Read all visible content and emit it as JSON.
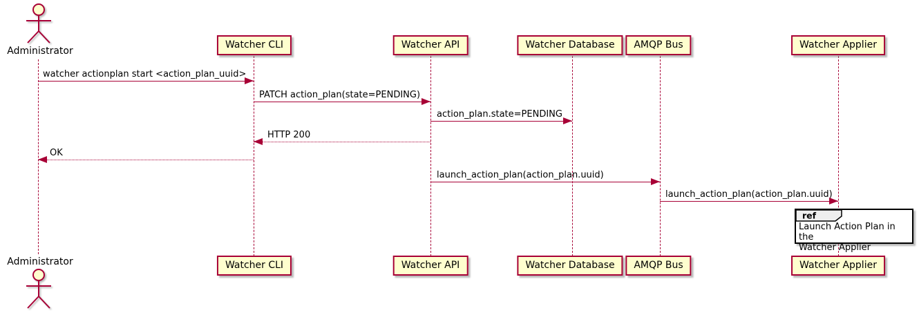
{
  "diagram": {
    "type": "plantuml-sequence",
    "colors": {
      "stroke": "#A80036",
      "participant_fill": "#FEFECE",
      "text": "#000000",
      "ref_border": "#000000",
      "ref_header_fill": "#EEEEEE"
    },
    "actor": {
      "label": "Administrator"
    },
    "participants": [
      {
        "label": "Watcher CLI"
      },
      {
        "label": "Watcher API"
      },
      {
        "label": "Watcher Database"
      },
      {
        "label": "AMQP Bus"
      },
      {
        "label": "Watcher Applier"
      }
    ],
    "messages": [
      {
        "from": "Administrator",
        "to": "Watcher CLI",
        "style": "solid",
        "text": "watcher actionplan start <action_plan_uuid>"
      },
      {
        "from": "Watcher CLI",
        "to": "Watcher API",
        "style": "solid",
        "text": "PATCH action_plan(state=PENDING)"
      },
      {
        "from": "Watcher API",
        "to": "Watcher Database",
        "style": "solid",
        "text": "action_plan.state=PENDING"
      },
      {
        "from": "Watcher API",
        "to": "Watcher CLI",
        "style": "dashed",
        "text": "HTTP 200"
      },
      {
        "from": "Watcher CLI",
        "to": "Administrator",
        "style": "dashed",
        "text": "OK"
      },
      {
        "from": "Watcher API",
        "to": "AMQP Bus",
        "style": "solid",
        "text": "launch_action_plan(action_plan.uuid)"
      },
      {
        "from": "AMQP Bus",
        "to": "Watcher Applier",
        "style": "solid",
        "text": "launch_action_plan(action_plan.uuid)"
      }
    ],
    "ref": {
      "keyword": "ref",
      "line1": "Launch Action Plan in the",
      "line2": "Watcher Applier"
    }
  }
}
